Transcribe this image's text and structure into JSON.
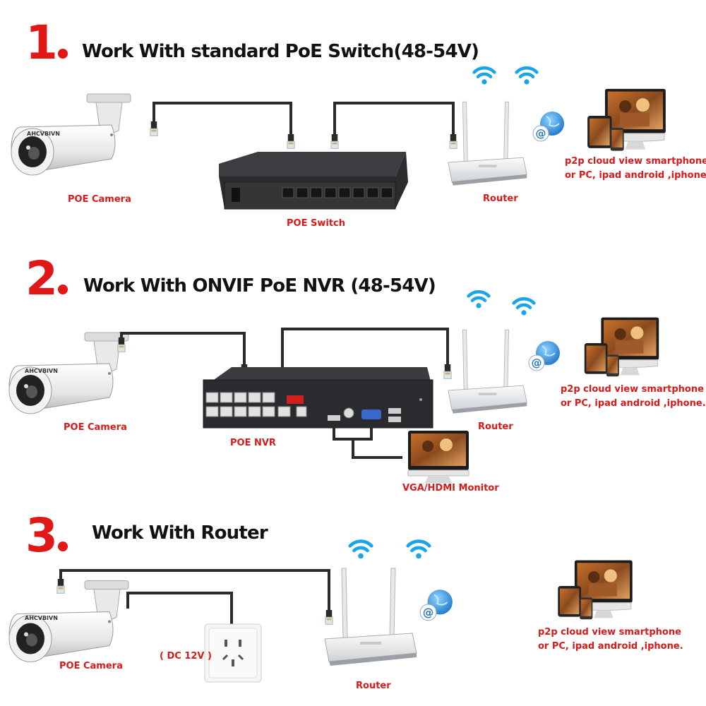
{
  "section1": {
    "number": "1",
    "title": "Work With standard PoE Switch(48-54V)",
    "camera_label": "POE Camera",
    "switch_label": "POE Switch",
    "router_label": "Router",
    "p2p_line1": "p2p cloud  view smartphone",
    "p2p_line2": "or PC, ipad android ,iphone."
  },
  "section2": {
    "number": "2",
    "title": "Work With ONVIF PoE NVR (48-54V)",
    "camera_label": "POE Camera",
    "nvr_label": "POE NVR",
    "router_label": "Router",
    "monitor_label": "VGA/HDMI Monitor",
    "p2p_line1": "p2p cloud  view smartphone",
    "p2p_line2": "or PC, ipad android ,iphone."
  },
  "section3": {
    "number": "3",
    "title": "Work With Router",
    "camera_label": "POE Camera",
    "power_label": "( DC 12V )",
    "router_label": "Router",
    "p2p_line1": "p2p cloud  view smartphone",
    "p2p_line2": "or PC, ipad android ,iphone."
  },
  "camera_brand": "AHCVBIVN",
  "colors": {
    "accent_red": "#e01818",
    "label_red": "#d81a1a",
    "wifi_blue": "#1aa6e6",
    "cable": "#2a2a2a"
  }
}
